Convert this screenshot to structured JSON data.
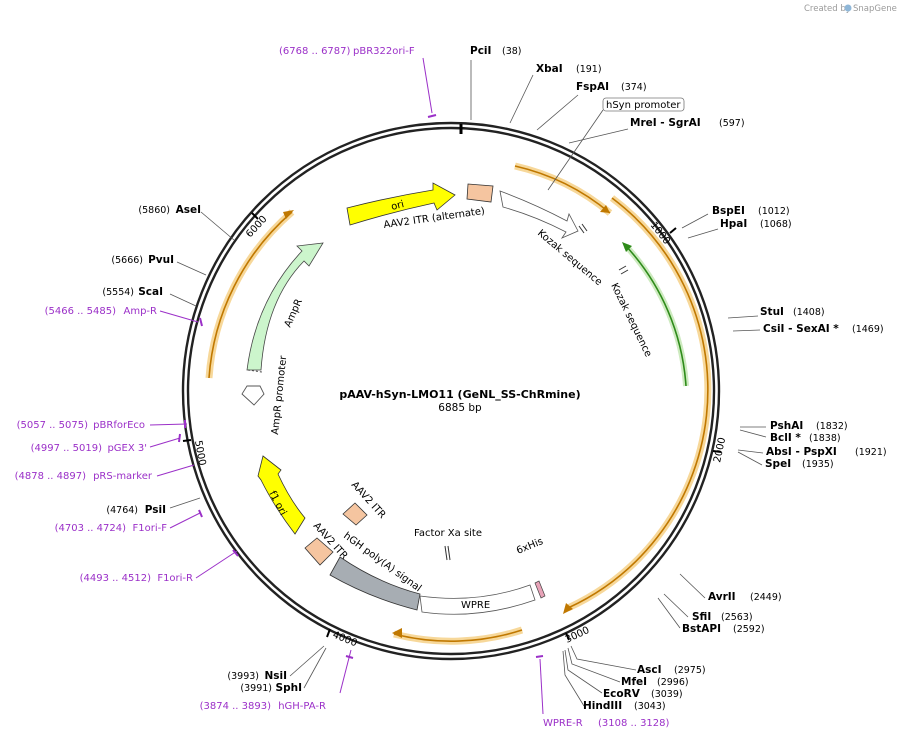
{
  "branding": {
    "created_by": "Created by",
    "app_name": "SnapGene"
  },
  "plasmid": {
    "name": "pAAV-hSyn-LMO11 (GeNL_SS-ChRmine)",
    "size": "6885 bp"
  },
  "ticks": [
    "1000",
    "2000",
    "3000",
    "4000",
    "5000",
    "6000"
  ],
  "enzymes": [
    {
      "name": "PciI",
      "pos": "(38)"
    },
    {
      "name": "XbaI",
      "pos": "(191)"
    },
    {
      "name": "FspAI",
      "pos": "(374)"
    },
    {
      "name": "MreI  - SgrAI",
      "pos": "(597)"
    },
    {
      "name": "BspEI",
      "pos": "(1012)"
    },
    {
      "name": "HpaI",
      "pos": "(1068)"
    },
    {
      "name": "StuI",
      "pos": "(1408)"
    },
    {
      "name": "CsiI  - SexAI *",
      "pos": "(1469)"
    },
    {
      "name": "PshAI",
      "pos": "(1832)"
    },
    {
      "name": "BclI *",
      "pos": "(1838)"
    },
    {
      "name": "AbsI  - PspXI",
      "pos": "(1921)"
    },
    {
      "name": "SpeI",
      "pos": "(1935)"
    },
    {
      "name": "AvrII",
      "pos": "(2449)"
    },
    {
      "name": "SfiI",
      "pos": "(2563)"
    },
    {
      "name": "BstAPI",
      "pos": "(2592)"
    },
    {
      "name": "AscI",
      "pos": "(2975)"
    },
    {
      "name": "MfeI",
      "pos": "(2996)"
    },
    {
      "name": "EcoRV",
      "pos": "(3039)"
    },
    {
      "name": "HindIII",
      "pos": "(3043)"
    },
    {
      "name": "NsiI",
      "pos": "(3993)"
    },
    {
      "name": "SphI",
      "pos": "(3991)"
    },
    {
      "name": "PsiI",
      "pos": "(4764)"
    },
    {
      "name": "ScaI",
      "pos": "(5554)"
    },
    {
      "name": "PvuI",
      "pos": "(5666)"
    },
    {
      "name": "AseI",
      "pos": "(5860)"
    }
  ],
  "primers": [
    {
      "name": "pBR322ori-F",
      "range": "(6768 .. 6787)"
    },
    {
      "name": "Amp-R",
      "range": "(5466 .. 5485)"
    },
    {
      "name": "pBRforEco",
      "range": "(5057 .. 5075)"
    },
    {
      "name": "pGEX 3'",
      "range": "(4997 .. 5019)"
    },
    {
      "name": "pRS-marker",
      "range": "(4878 .. 4897)"
    },
    {
      "name": "F1ori-F",
      "range": "(4703 .. 4724)"
    },
    {
      "name": "F1ori-R",
      "range": "(4493 .. 4512)"
    },
    {
      "name": "hGH-PA-R",
      "range": "(3874 .. 3893)"
    },
    {
      "name": "WPRE-R",
      "range": "(3108 .. 3128)"
    }
  ],
  "features": {
    "hsyn_promoter": "hSyn promoter",
    "ori": "ori",
    "aav2_itr_alt": "AAV2 ITR (alternate)",
    "kozak_1": "Kozak sequence",
    "kozak_2": "Kozak sequence",
    "ampr": "AmpR",
    "ampr_promoter": "AmpR promoter",
    "f1_ori": "f1 ori",
    "aav2_itr_1": "AAV2 ITR",
    "aav2_itr_2": "AAV2 ITR",
    "hgh_polya": "hGH poly(A) signal",
    "factor_xa": "Factor Xa site",
    "sixxhis": "6xHis",
    "wpre": "WPRE"
  },
  "colors": {
    "backbone": "#222222",
    "primer": "#9b30c8",
    "ori": "#ffff00",
    "ampr": "#ccf5cc",
    "itr": "#f5c5a0",
    "orf_highlight": "#f7d89a",
    "orf_line": "#c07800",
    "green_orf": "#2e8b1a",
    "polya": "#a7adb3"
  }
}
